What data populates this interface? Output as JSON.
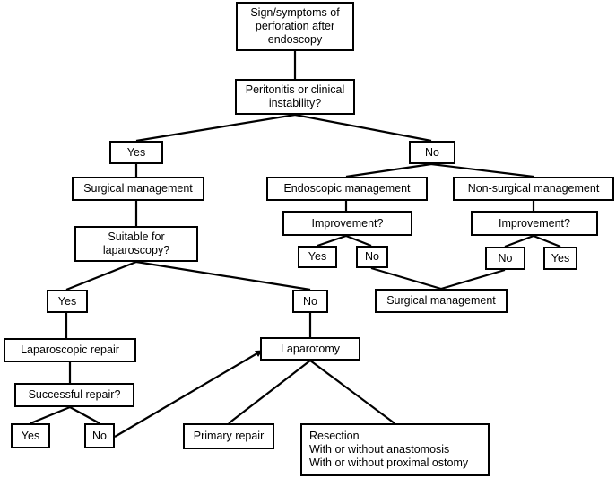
{
  "flowchart": {
    "nodes": {
      "start": "Sign/symptoms of\nperforation after\nendoscopy",
      "peritonitis": "Peritonitis or clinical\ninstability?",
      "yes_top": "Yes",
      "no_top": "No",
      "surgical_management": "Surgical management",
      "endoscopic_management": "Endoscopic management",
      "non_surgical_management": "Non-surgical management",
      "improvement_endo": "Improvement?",
      "improvement_nonsurg": "Improvement?",
      "yes_endo": "Yes",
      "no_endo": "No",
      "no_nonsurg": "No",
      "yes_nonsurg": "Yes",
      "surgical_management_2": "Surgical management",
      "suitable_laparoscopy": "Suitable for\nlaparoscopy?",
      "yes_lap": "Yes",
      "no_lap": "No",
      "laparoscopic_repair": "Laparoscopic repair",
      "laparotomy": "Laparotomy",
      "successful_repair": "Successful repair?",
      "yes_success": "Yes",
      "no_success": "No",
      "primary_repair": "Primary repair",
      "resection": "Resection\nWith or without anastomosis\nWith or without proximal ostomy"
    },
    "line_color": "#000000"
  }
}
